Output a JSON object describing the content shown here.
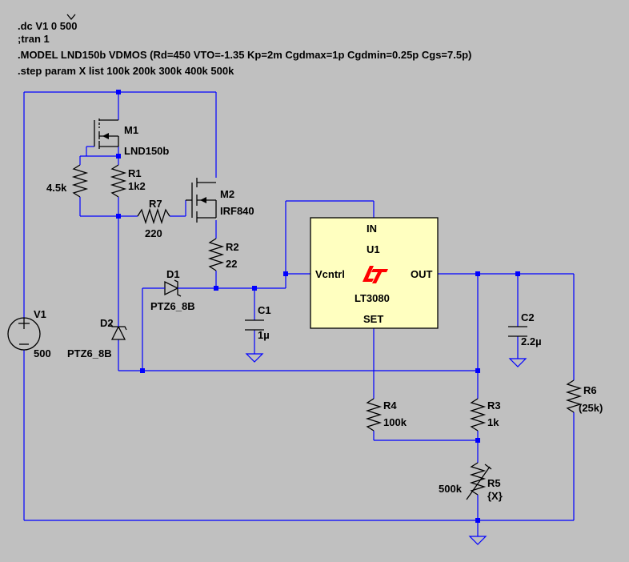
{
  "directives": [
    ".dc V1 0 500",
    ";tran 1",
    ".MODEL LND150b VDMOS (Rd=450 VTO=-1.35 Kp=2m Cgdmax=1p Cgdmin=0.25p Cgs=7.5p)",
    ".step param X list 100k 200k 300k 400k 500k"
  ],
  "components": {
    "M1": {
      "ref": "M1",
      "value": "LND150b"
    },
    "M2": {
      "ref": "M2",
      "value": "IRF840"
    },
    "R1": {
      "ref": "R1",
      "value": "1k2"
    },
    "R_unnamed": {
      "value": "4.5k"
    },
    "R7": {
      "ref": "R7",
      "value": "220"
    },
    "R2": {
      "ref": "R2",
      "value": "22"
    },
    "D1": {
      "ref": "D1",
      "value": "PTZ6_8B"
    },
    "D2": {
      "ref": "D2",
      "value": "PTZ6_8B"
    },
    "C1": {
      "ref": "C1",
      "value": "1µ"
    },
    "C2": {
      "ref": "C2",
      "value": "2.2µ"
    },
    "V1": {
      "ref": "V1",
      "value": "500"
    },
    "R3": {
      "ref": "R3",
      "value": "1k"
    },
    "R4": {
      "ref": "R4",
      "value": "100k"
    },
    "R5": {
      "ref": "R5",
      "value": "500k",
      "param": "{X}"
    },
    "R6": {
      "ref": "R6",
      "value": "(25k)"
    },
    "U1": {
      "ref": "U1",
      "part": "LT3080",
      "pin_in": "IN",
      "pin_vctrl": "Vcntrl",
      "pin_out": "OUT",
      "pin_set": "SET"
    }
  },
  "colors": {
    "background": "#c0c0c0",
    "wire": "#0000ff",
    "ic_fill": "#ffffc0",
    "logo": "#ff0000"
  }
}
